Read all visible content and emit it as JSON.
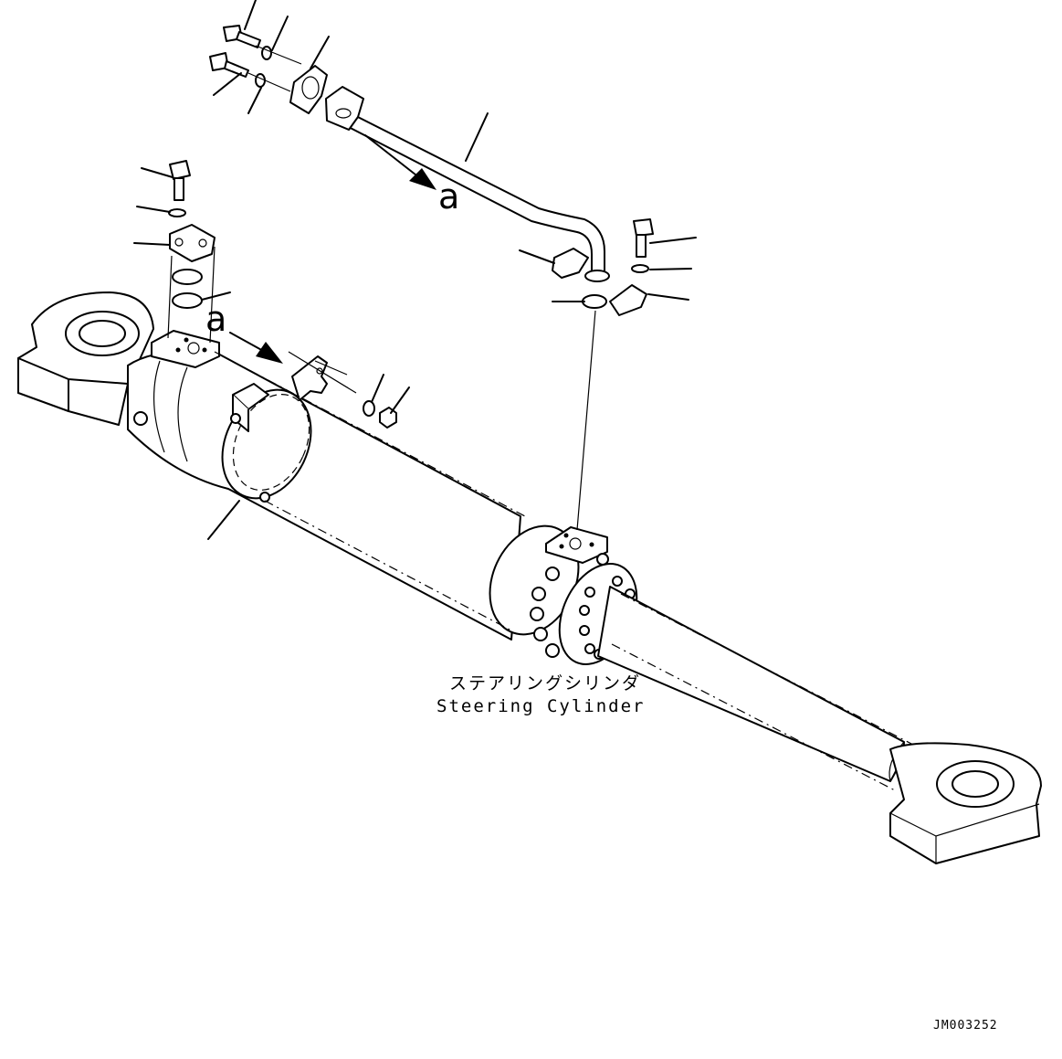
{
  "diagram": {
    "callout_letter_top": "a",
    "callout_letter_left": "a",
    "caption_japanese": "ステアリングシリンダ",
    "caption_english": "Steering Cylinder",
    "drawing_code": "JM003252"
  }
}
